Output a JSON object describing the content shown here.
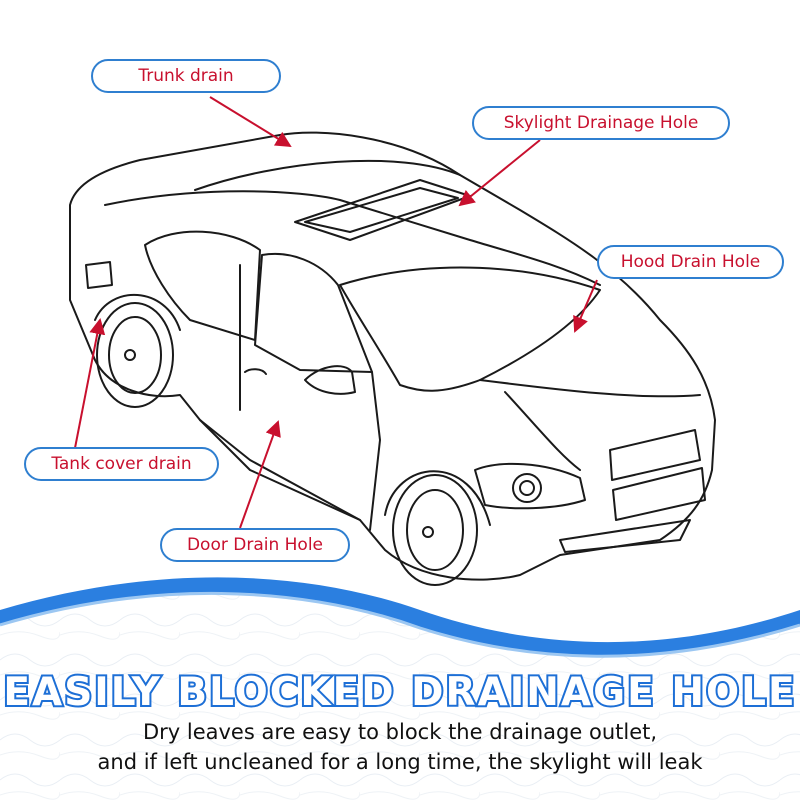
{
  "colors": {
    "label_text": "#c8102e",
    "label_border": "#2f7fd0",
    "arrow": "#c8102e",
    "wave": "#2b7fe0",
    "headline_fill": "#ffffff",
    "headline_outline": "#1d6fd6",
    "body_text": "#111111"
  },
  "labels": {
    "trunk_drain": "Trunk drain",
    "skylight_drainage_hole": "Skylight Drainage Hole",
    "hood_drain_hole": "Hood Drain Hole",
    "tank_cover_drain": "Tank cover drain",
    "door_drain_hole": "Door Drain Hole"
  },
  "footer": {
    "headline": "EASILY BLOCKED DRAINAGE HOLE",
    "line1": "Dry leaves are easy to block the drainage outlet,",
    "line2": "and if left uncleaned for a long time, the skylight will leak"
  }
}
